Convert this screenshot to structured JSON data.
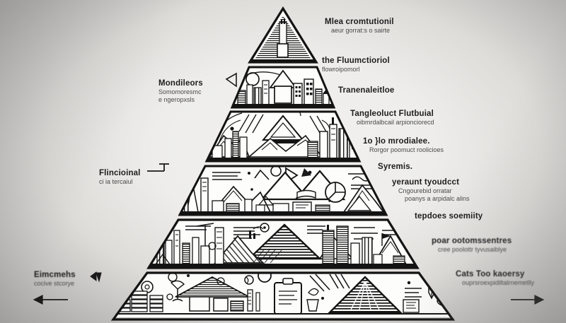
{
  "image": {
    "kind": "pyramid-infographic",
    "style": "black-and-white hand-drawn line art",
    "background_colors": [
      "#f2f1ef",
      "#dedcd9",
      "#a6a5a3",
      "#929191"
    ],
    "ink_color": "#141414",
    "tier_count": 6
  },
  "labels_right": [
    {
      "title": "Mlea cromtutionil",
      "sub1": "aeur gorrat:s o sairte",
      "sub2": ""
    },
    {
      "title": "the Fluumctioriol",
      "sub1": "flowroipomorl",
      "sub2": ""
    },
    {
      "title": "Tranenaleitloe",
      "sub1": "",
      "sub2": ""
    },
    {
      "title": "Tangleoluct Flutbuial",
      "sub1": "oibmrdalbcail arpionciorecd",
      "sub2": ""
    },
    {
      "title": "1o }lo mrodialee.",
      "sub1": "Rorgor poomuct roolicioes",
      "sub2": ""
    },
    {
      "title": "Syremis.",
      "sub1": "",
      "sub2": ""
    },
    {
      "title": "yeraunt tyoudcct",
      "sub1": "Cngourebid orratar",
      "sub2": "poanys a arpidalc alins"
    },
    {
      "title": "tepdoes soemiity",
      "sub1": "",
      "sub2": ""
    },
    {
      "title": "poar ootomssentres",
      "sub1": "cree poolottr tyvusaiblye",
      "sub2": ""
    },
    {
      "title": "Cats Too kaoersy",
      "sub1": "ouprsroexpidiltalrnemetlly",
      "sub2": ""
    }
  ],
  "labels_left": [
    {
      "title": "Mondileors",
      "sub1": "Somomoresmc",
      "sub2": "e ngeropxsls"
    },
    {
      "title": "Flincioinal",
      "sub1": "ci ia tercaiul",
      "sub2": ""
    },
    {
      "title": "Eimcmehs",
      "sub1": "cocive stcorye",
      "sub2": ""
    }
  ],
  "tiers": [
    {
      "name": "apex-tier",
      "contents": [
        "hatched-triangle",
        "tower-building",
        "doorway"
      ]
    },
    {
      "name": "tier-2",
      "contents": [
        "cityscape",
        "sun-circle",
        "house-roof",
        "buildings"
      ]
    },
    {
      "name": "tier-3",
      "contents": [
        "mountains",
        "triangle",
        "skyscrapers",
        "diagonal-hatching",
        "arc-lines"
      ]
    },
    {
      "name": "tier-4",
      "contents": [
        "triangles",
        "pie-chart",
        "mountain-range",
        "buildings",
        "play-triangle",
        "arrow"
      ]
    },
    {
      "name": "tier-5",
      "contents": [
        "skyscrapers",
        "striped-pyramid",
        "mountain-peaks",
        "cranes",
        "text-lines",
        "spiral-circle"
      ]
    },
    {
      "name": "base-tier",
      "contents": [
        "coin-stacks",
        "house",
        "clipboard-document",
        "striped-pyramid",
        "flask",
        "spiral-helix",
        "tower",
        "target-circles"
      ]
    }
  ],
  "connectors": {
    "left_arrow": "arrow-left-glyph",
    "right_arrow": "arrow-right-glyph",
    "leader_lines": 5
  }
}
